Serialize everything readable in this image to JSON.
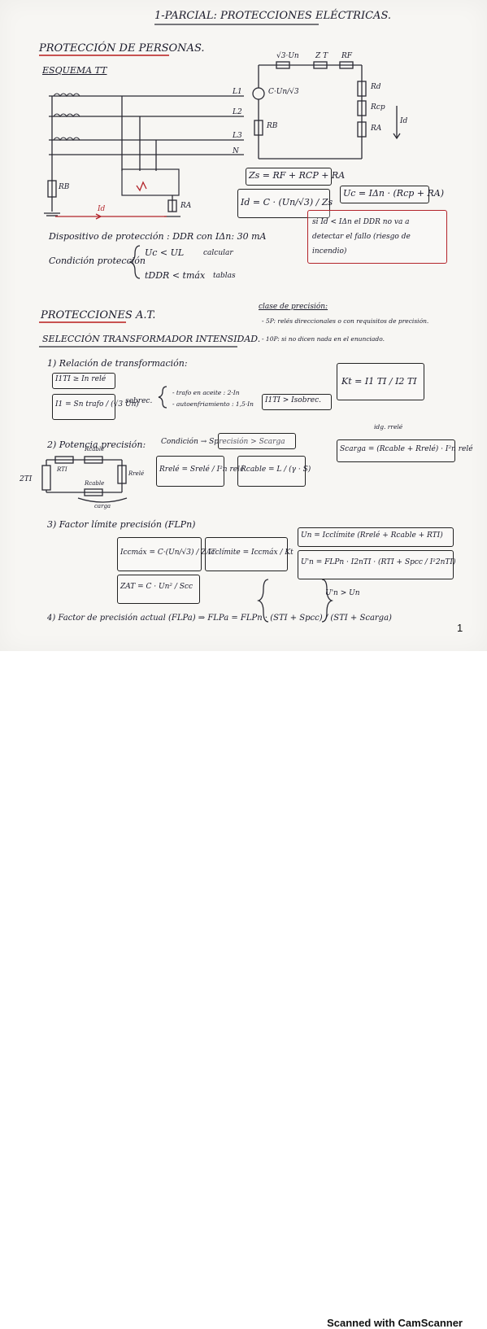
{
  "header": {
    "title": "1-PARCIAL: PROTECCIONES ELÉCTRICAS."
  },
  "sec1": {
    "title": "PROTECCIÓN DE PERSONAS.",
    "subtitle": "ESQUEMA TT",
    "lines": [
      "L1",
      "L2",
      "L3",
      "N"
    ],
    "rb": "RB",
    "ra": "RA",
    "id": "Id",
    "circuit": {
      "src": "√3·Un",
      "zt": "Z T",
      "zl": "RF",
      "ce": "C·Un/√3",
      "rb": "RB",
      "rd": "Rd",
      "rcp": "Rcp",
      "ra": "RA",
      "id": "Id"
    },
    "zs": "Zs = RF + RCP + RA",
    "idf": "Id = C · (Un/√3) / Zs",
    "uc": "Uc = IΔn · (Rcp + RA)",
    "note": "si Id < IΔn el DDR no va a detectar el fallo (riesgo de incendio)",
    "device": "Dispositivo de protección : DDR con IΔn: 30 mA",
    "cond_label": "Condición protección",
    "cond1": "Uc < UL",
    "cond1_note": "calcular",
    "cond2": "tDDR < tmáx",
    "cond2_note": "tablas"
  },
  "sec2": {
    "title": "PROTECCIONES A.T.",
    "subtitle": "SELECCIÓN TRANSFORMADOR INTENSIDAD.",
    "clase_title": "clase de precisión:",
    "clase1": "- 5P: relés direccionales o con requisitos de precisión.",
    "clase2": "- 10P: si no dicen nada en el enunciado.",
    "i1_title": "1) Relación de transformación:",
    "i1_eq1": "I1TI ≥ In relé",
    "i1_eq2": "I1 = Sn trafo / (√3 Un)",
    "sobrec": "sobrec.",
    "trafo1": "- trafo en aceite : 2·In",
    "trafo2": "- autoenfriamiento : 1,5·In",
    "i1_res": "I1TI > Isobrec.",
    "kt": "Kt = I1 TI / I2 TI",
    "i2_title": "2) Potencia precisión:",
    "i2_cond": "Condición → Sprecisión > Scarga",
    "i2_rel": "Rrelé = Srelé / I²n relé",
    "i2_cab": "Rcable = L / (γ · S)",
    "i2_idg": "idg. rrelé",
    "i2_scarga": "Scarga = (Rcable + Rrelé) · I²n relé",
    "i2_ti": "2TI",
    "i2_rti": "RTI",
    "i2_rcable_top": "Rcable",
    "i2_rcable_bot": "Rcable",
    "i2_rrele": "Rrelé",
    "i2_carga": "carga",
    "i3_title": "3) Factor límite precisión (FLPn)",
    "i3_eq1": "Iccmáx = C·(Un/√3) / ZAT",
    "i3_eq2": "Icclímite = Iccmáx / Kt",
    "i3_eq3": "ZAT = C · Un² / Scc",
    "i3_un": "Un = Icclímite (Rrelé + Rcable + RTI)",
    "i3_un2": "U'n = FLPn · I2nTI · (RTI + Spcc / I²2nTI)",
    "i3_cond": "U'n > Un",
    "i4": "4) Factor de precisión actual (FLPa) ⇒ FLPa = FLPn · (STI + Spcc) / (STI + Scarga)"
  },
  "page_number": "1",
  "footer": {
    "scanner": "Scanned with CamScanner"
  }
}
